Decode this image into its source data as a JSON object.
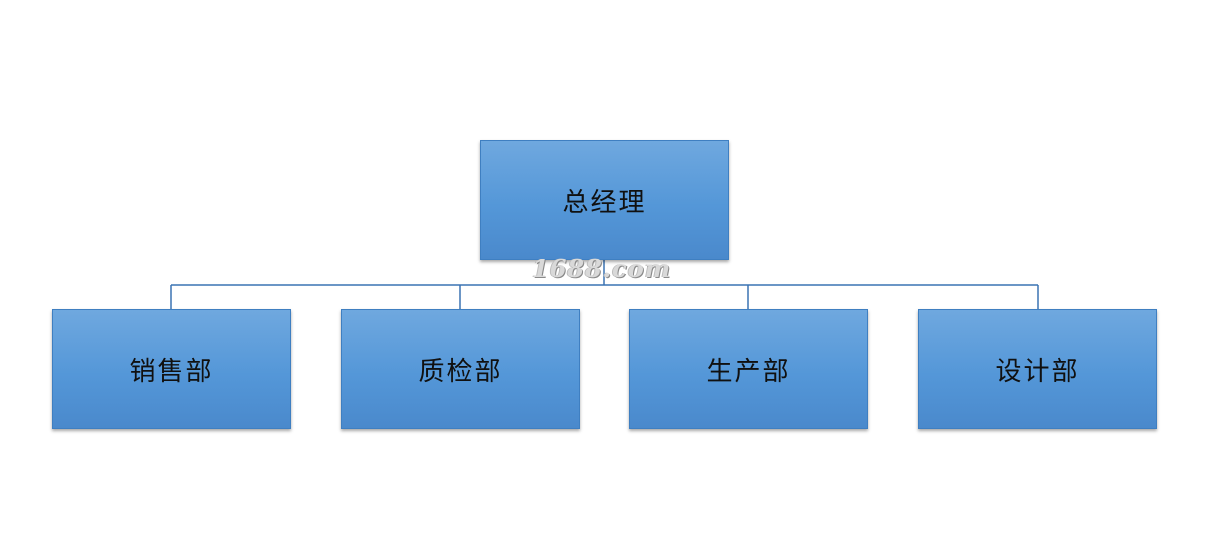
{
  "org_chart": {
    "root": {
      "label": "总经理"
    },
    "departments": [
      {
        "label": "销售部"
      },
      {
        "label": "质检部"
      },
      {
        "label": "生产部"
      },
      {
        "label": "设计部"
      }
    ]
  },
  "watermark": {
    "text": "1688.com"
  },
  "colors": {
    "box_fill_top": "#6fa8df",
    "box_fill_bottom": "#4a89cc",
    "box_border": "#3f7fc1",
    "connector": "#3a73b3",
    "text": "#101010"
  }
}
